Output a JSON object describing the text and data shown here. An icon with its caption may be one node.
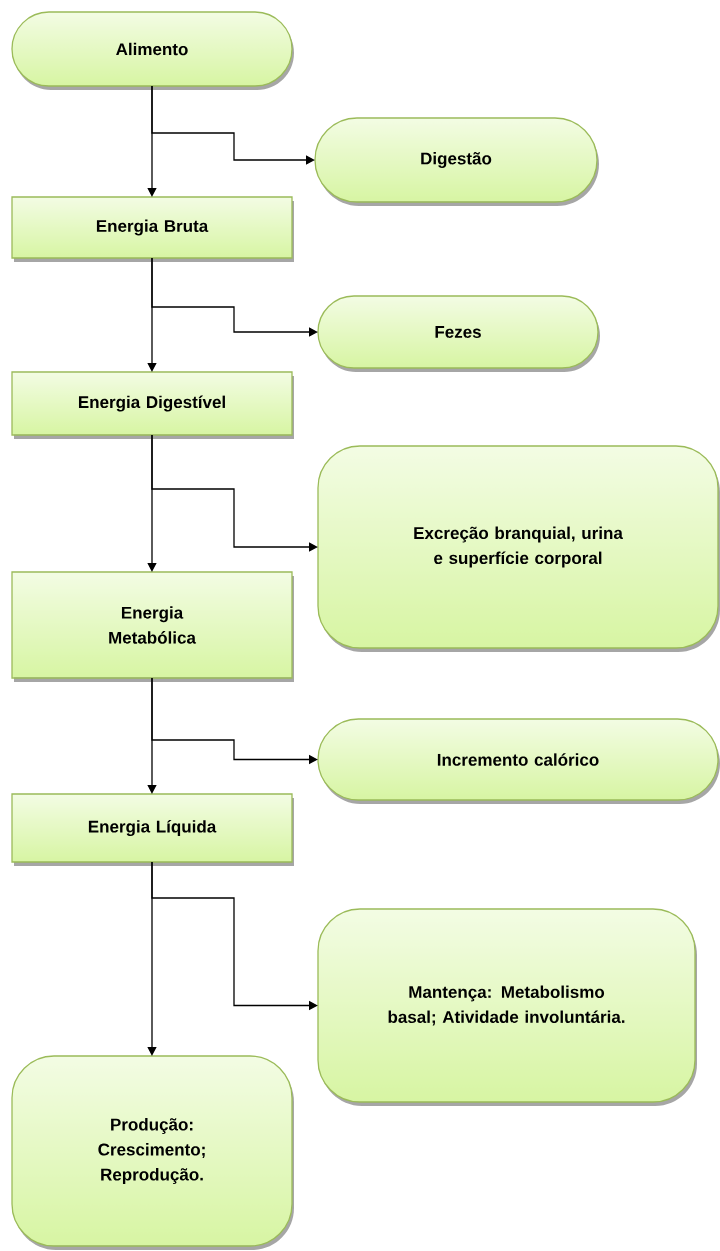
{
  "diagram": {
    "nodes": [
      {
        "text": [
          "Alimento"
        ]
      },
      {
        "text": [
          "Digestão"
        ]
      },
      {
        "text": [
          "Energia Bruta"
        ]
      },
      {
        "text": [
          "Fezes"
        ]
      },
      {
        "text": [
          "Energia Digestível"
        ]
      },
      {
        "text": [
          "Excreção branquial, urina e superfície corporal"
        ]
      },
      {
        "text": [
          "Energia Metabólica"
        ]
      },
      {
        "text": [
          "Incremento calórico"
        ]
      },
      {
        "text": [
          "Energia Líquida"
        ]
      },
      {
        "text": [
          "Mantença: Metabolismo basal; Atividade involuntária."
        ]
      },
      {
        "text": [
          "Produção: Crescimento; Reprodução."
        ]
      }
    ],
    "edges": [
      {
        "from": 0,
        "to": 2,
        "arrow": "to"
      },
      {
        "from": 0,
        "to": 1,
        "arrow": "to"
      },
      {
        "from": 2,
        "to": 4,
        "arrow": "to"
      },
      {
        "from": 2,
        "to": 3,
        "arrow": "to"
      },
      {
        "from": 4,
        "to": 6,
        "arrow": "to"
      },
      {
        "from": 4,
        "to": 5,
        "arrow": "to"
      },
      {
        "from": 6,
        "to": 8,
        "arrow": "to"
      },
      {
        "from": 6,
        "to": 7,
        "arrow": "to"
      },
      {
        "from": 8,
        "to": 10,
        "arrow": "to"
      },
      {
        "from": 8,
        "to": 9,
        "arrow": "to"
      }
    ]
  }
}
